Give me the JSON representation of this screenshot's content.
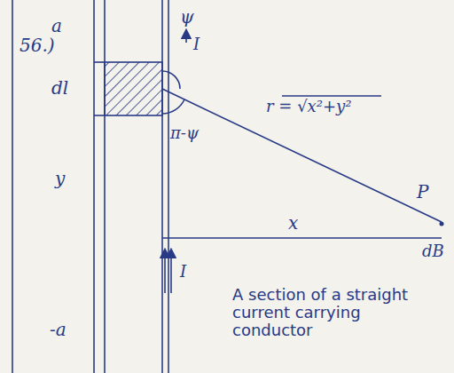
{
  "diagram": {
    "labels": [
      "56.)",
      "a",
      "dl",
      "y",
      "-a",
      "ψ",
      "I",
      "π-ψ",
      "r = √x²+y²",
      "P",
      "x",
      "dB",
      "I",
      "A section of a straight current carrying conductor"
    ]
  }
}
